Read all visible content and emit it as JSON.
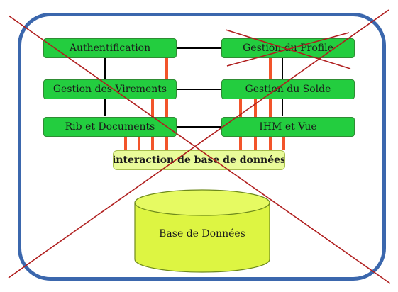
{
  "diagram": {
    "modules": {
      "authentification": "Authentification",
      "gestion_profile": "Gestion du Profile",
      "gestion_virements": "Gestion des Virements",
      "gestion_solde": "Gestion du Solde",
      "rib_documents": "Rib et Documents",
      "ihm_vue": "IHM et Vue"
    },
    "interaction_layer": "interaction de base de données",
    "database": "Base de Données"
  },
  "colors": {
    "frame": "#3b67ad",
    "module_fill": "#23cd3f",
    "interaction_fill": "#e9fb9a",
    "database_fill": "#ddf542",
    "connector_black": "#000000",
    "connector_orange": "#f2542a",
    "cross_out": "#b01e1e"
  }
}
